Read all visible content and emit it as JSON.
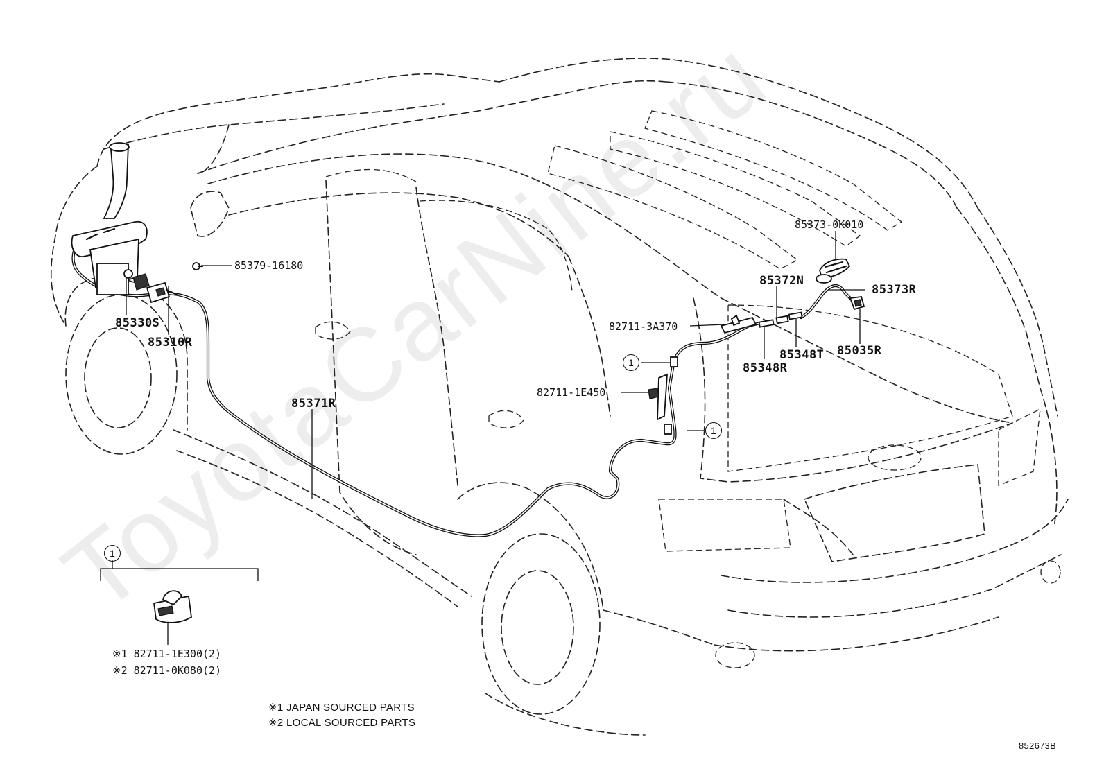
{
  "parts": {
    "bolt_top": "85379-16180",
    "washer_tank": "85330S",
    "pump_motor": "85310R",
    "hose_main": "85371R",
    "clamp_3a370": "82711-3A370",
    "clamp_1e450": "82711-1E450",
    "grommet_0k010": "85373-0K010",
    "joint_85372n": "85372N",
    "hose_85373r": "85373R",
    "connector_85348r": "85348R",
    "connector_85348t": "85348T",
    "nozzle": "85035R"
  },
  "callouts": {
    "ref_mark": "1"
  },
  "inset": {
    "ref_mark": "1",
    "line1": "※1 82711-1E300(2)",
    "line2": "※2 82711-0K080(2)"
  },
  "notes": {
    "japan": "※1 JAPAN SOURCED PARTS",
    "local": "※2 LOCAL SOURCED PARTS"
  },
  "diagram_id": "852673B",
  "watermark": "ToyotaCarNine.ru",
  "icons": [
    "washer-tank-icon",
    "pump-motor-icon",
    "nozzle-icon",
    "clamp-icon",
    "grommet-icon"
  ]
}
